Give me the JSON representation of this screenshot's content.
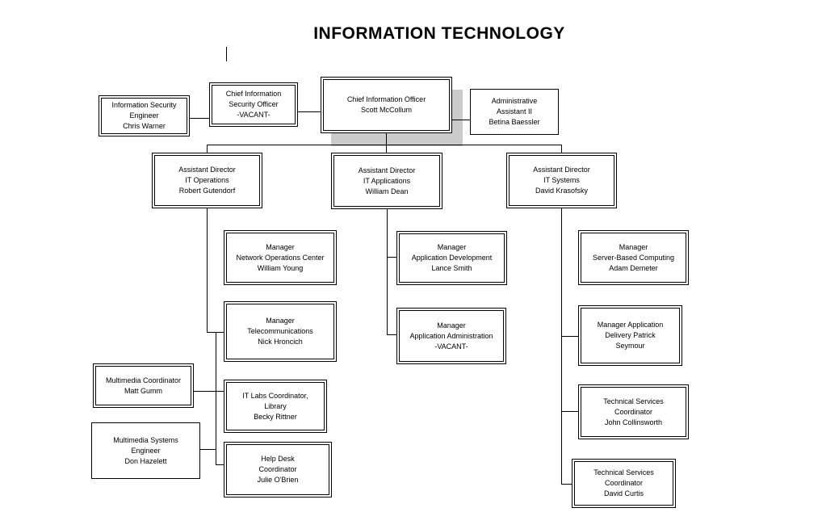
{
  "title": "INFORMATION TECHNOLOGY",
  "colors": {
    "background": "#ffffff",
    "line": "#000000",
    "text": "#000000",
    "shadow": "#cbcbcb"
  },
  "boxes": {
    "info_security_engineer": {
      "lines": [
        "Information Security",
        "Engineer",
        "Chris Warner"
      ]
    },
    "ciso": {
      "lines": [
        "Chief Information",
        "Security Officer",
        "-VACANT-"
      ]
    },
    "cio": {
      "lines": [
        "Chief Information Officer",
        "Scott McCollum"
      ]
    },
    "admin_assistant": {
      "lines": [
        "Administrative",
        "Assistant II",
        "Betina Baessler"
      ]
    },
    "ad_it_operations": {
      "lines": [
        "Assistant Director",
        "IT Operations",
        "Robert Gutendorf"
      ]
    },
    "ad_it_applications": {
      "lines": [
        "Assistant Director",
        "IT Applications",
        "William Dean"
      ]
    },
    "ad_it_systems": {
      "lines": [
        "Assistant Director",
        "IT Systems",
        "David Krasofsky"
      ]
    },
    "mgr_noc": {
      "lines": [
        "Manager",
        "Network Operations Center",
        "William Young"
      ]
    },
    "mgr_telecom": {
      "lines": [
        "Manager",
        "Telecommunications",
        "Nick Hroncich"
      ]
    },
    "multimedia_coordinator": {
      "lines": [
        "Multimedia Coordinator",
        "Matt Gumm"
      ]
    },
    "it_labs_coordinator": {
      "lines": [
        "IT Labs Coordinator,",
        "Library",
        "Becky Rittner"
      ]
    },
    "multimedia_systems_engineer": {
      "lines": [
        "Multimedia Systems",
        "Engineer",
        "Don Hazelett"
      ]
    },
    "help_desk_coordinator": {
      "lines": [
        "Help Desk",
        "Coordinator",
        "Julie O'Brien"
      ]
    },
    "mgr_app_development": {
      "lines": [
        "Manager",
        "Application Development",
        "Lance Smith"
      ]
    },
    "mgr_app_administration": {
      "lines": [
        "Manager",
        "Application Administration",
        "-VACANT-"
      ]
    },
    "mgr_server_computing": {
      "lines": [
        "Manager",
        "Server-Based Computing",
        "Adam Demeter"
      ]
    },
    "mgr_app_delivery": {
      "lines": [
        "Manager Application",
        "Delivery Patrick",
        "Seymour"
      ]
    },
    "tech_services_collinsworth": {
      "lines": [
        "Technical Services",
        "Coordinator",
        "John Collinsworth"
      ]
    },
    "tech_services_curtis": {
      "lines": [
        "Technical Services",
        "Coordinator",
        "David Curtis"
      ]
    }
  }
}
